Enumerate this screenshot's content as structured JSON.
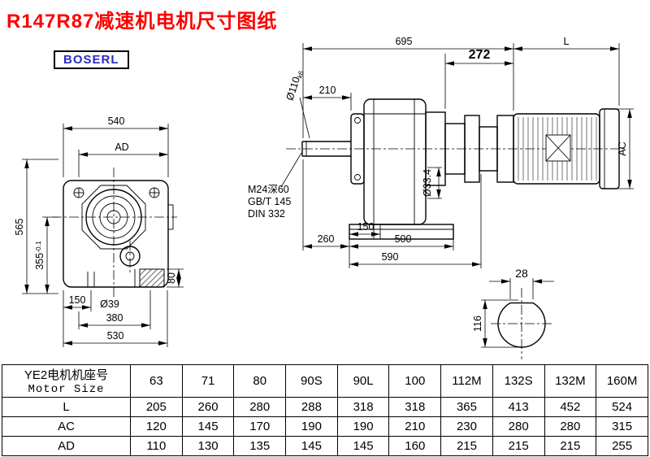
{
  "title": "R147R87减速机电机尺寸图纸",
  "logo": "BOSERL",
  "front_view": {
    "width_top": "540",
    "ad_label": "AD",
    "height_total": "565",
    "height_center": "355",
    "height_center_tol": "-0.1",
    "foot_offset": "150",
    "hole_dia": "Ø39",
    "bolt_span": "380",
    "base_width": "530",
    "pad_height": "80"
  },
  "side_view": {
    "overall_length": "695",
    "adapter_length": "272",
    "motor_length_label": "L",
    "shaft_dia": "Ø110",
    "shaft_dia_tol": "k6",
    "shaft_length": "210",
    "thread_note1": "M24深60",
    "thread_note2": "GB/T 145",
    "thread_note3": "DIN 332",
    "pilot_dia": "Ø33.4",
    "foot_dim": "150",
    "shaft_extension": "260",
    "housing_length": "500",
    "base_length": "590",
    "ac_label": "AC"
  },
  "shaft_view": {
    "key_width": "28",
    "shaft_dia": "116"
  },
  "table": {
    "header_line1": "YE2电机机座号",
    "header_line2": "Motor Size",
    "frame_sizes": [
      "63",
      "71",
      "80",
      "90S",
      "90L",
      "100",
      "112M",
      "132S",
      "132M",
      "160M"
    ],
    "rows": [
      {
        "label": "L",
        "values": [
          "205",
          "260",
          "280",
          "288",
          "318",
          "318",
          "365",
          "413",
          "452",
          "524"
        ]
      },
      {
        "label": "AC",
        "values": [
          "120",
          "145",
          "170",
          "190",
          "190",
          "210",
          "230",
          "280",
          "280",
          "315"
        ]
      },
      {
        "label": "AD",
        "values": [
          "110",
          "130",
          "135",
          "145",
          "145",
          "160",
          "215",
          "215",
          "215",
          "255"
        ]
      }
    ]
  },
  "colors": {
    "title_red": "#fe0000",
    "logo_blue": "#2a2ac8",
    "line": "#000000"
  }
}
